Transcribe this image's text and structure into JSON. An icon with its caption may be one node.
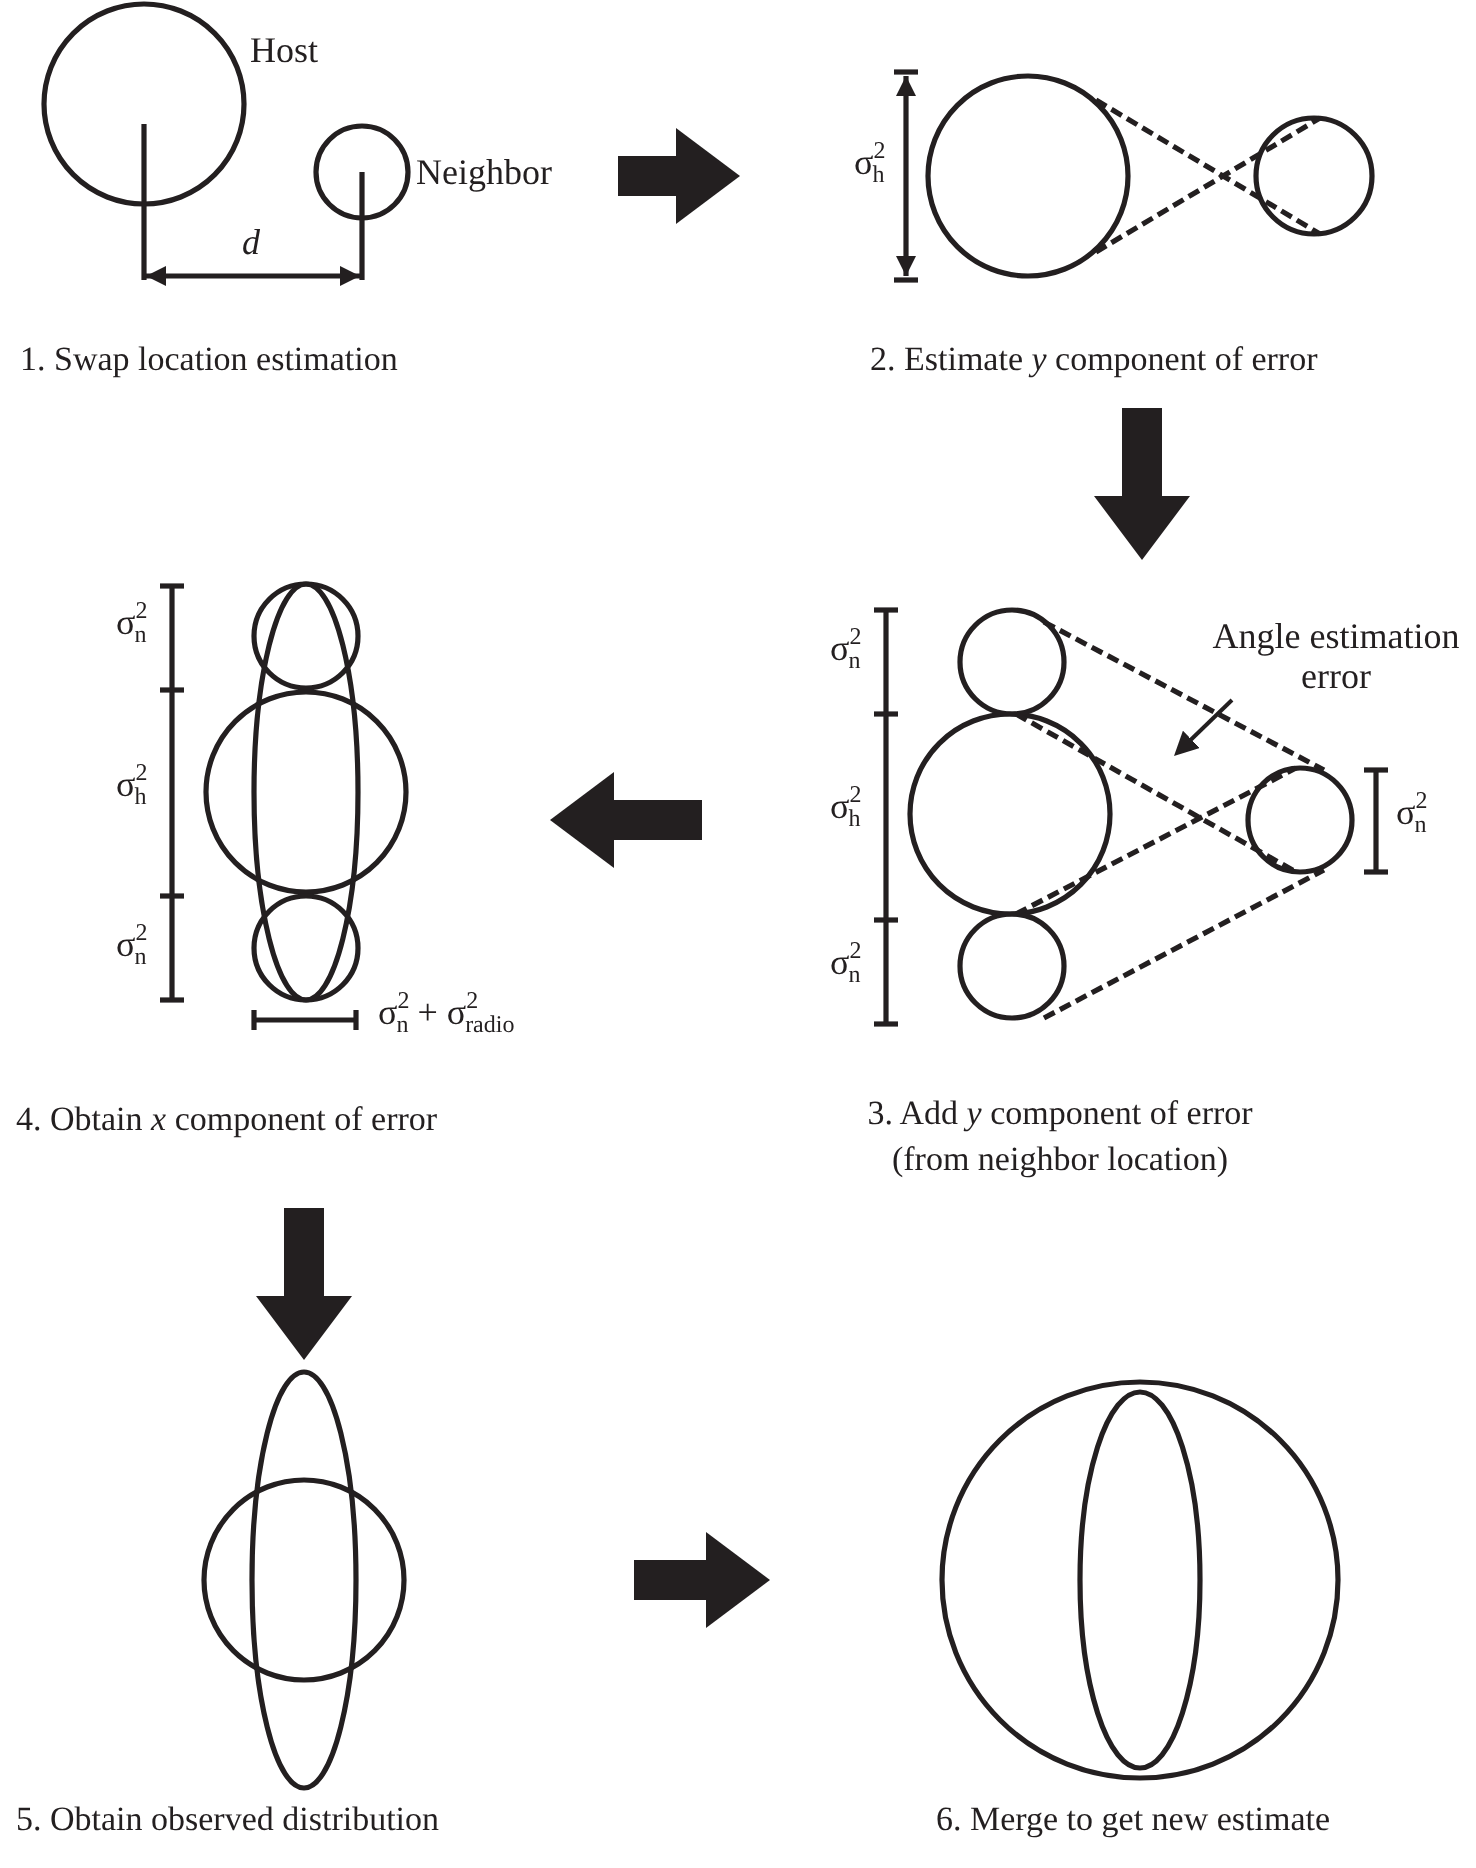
{
  "diagram": {
    "nodes": [
      {
        "text": [
          "1. Swap location estimation"
        ]
      },
      {
        "text": [
          "2. Estimate *y* component of error"
        ]
      },
      {
        "text": [
          "3. Add *y* component of error (from neighbor location)"
        ]
      },
      {
        "text": [
          "4. Obtain *x* component of error"
        ]
      },
      {
        "text": [
          "5. Obtain observed distribution"
        ]
      },
      {
        "text": [
          "6. Merge to get new estimate"
        ]
      },
      {
        "text": [
          "Angle estimation error"
        ],
        "in": 2
      }
    ],
    "edges": [
      {
        "from": 0,
        "to": 1,
        "arrow": "to"
      },
      {
        "from": 1,
        "to": 2,
        "arrow": "to"
      },
      {
        "from": 2,
        "to": 3,
        "arrow": "to"
      },
      {
        "from": 3,
        "to": 4,
        "arrow": "to"
      },
      {
        "from": 4,
        "to": 5,
        "arrow": "to"
      },
      {
        "from": 6,
        "to": null,
        "arrow": "to"
      }
    ],
    "labels": [
      "Host",
      "Neighbor",
      "d",
      "σ$^{2}$$_{h}$",
      "σ$^{2}$$_{n}$",
      "σ$^{2}$$_{h}$",
      "σ$^{2}$$_{n}$",
      "σ$^{2}$$_{n}$",
      "σ$^{2}$$_{n}$",
      "σ$^{2}$$_{h}$",
      "σ$^{2}$$_{n}$",
      "σ$^{2}$$_{n}$ + σ$^{2}$$_{radio}$"
    ]
  }
}
